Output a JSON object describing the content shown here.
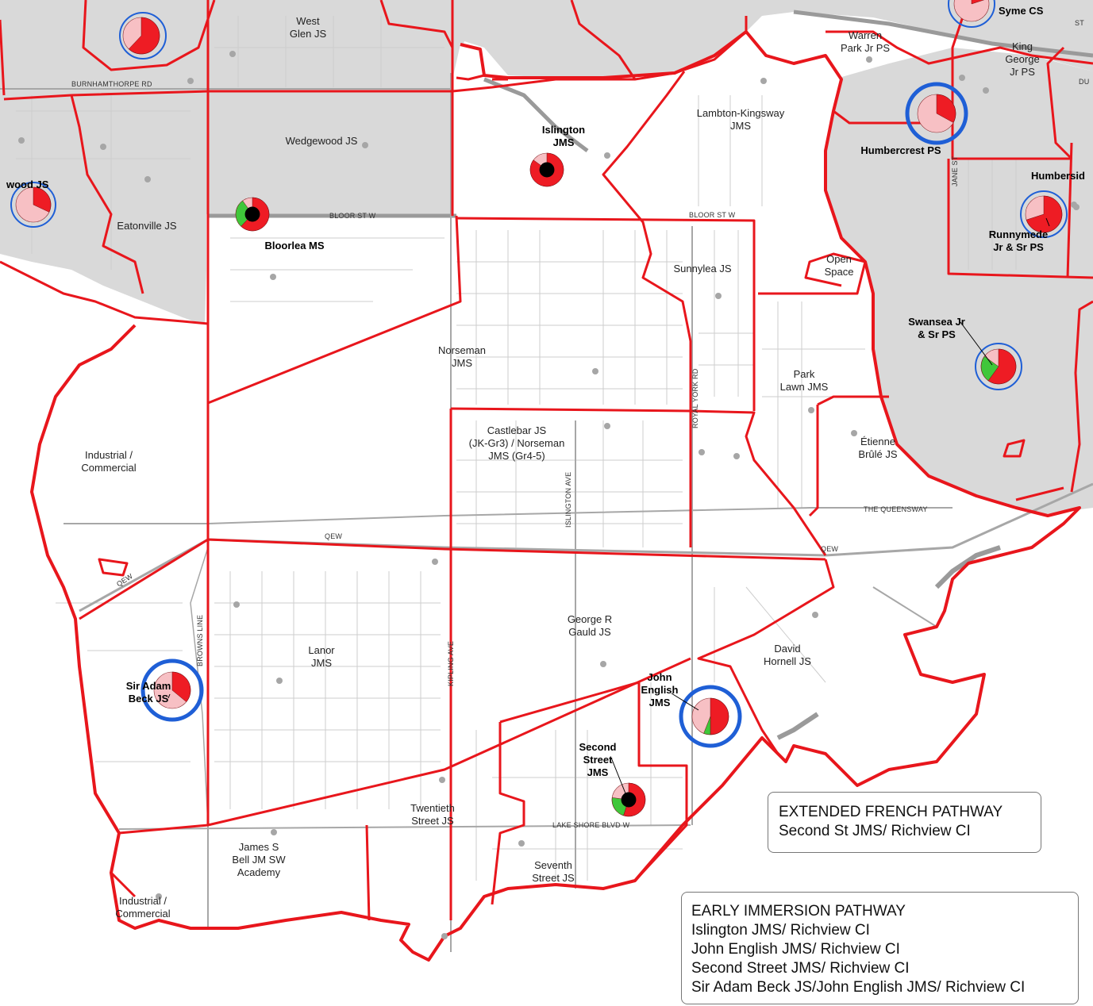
{
  "schools": [
    {
      "id": "west-glen",
      "text": "West\nGlen JS",
      "bold": false
    },
    {
      "id": "warren-park",
      "text": "Warren\nPark Jr PS",
      "bold": false
    },
    {
      "id": "king-george",
      "text": "King\nGeorge\nJr PS",
      "bold": false
    },
    {
      "id": "syme",
      "text": "Syme CS",
      "bold": true
    },
    {
      "id": "wedgewood",
      "text": "Wedgewood JS",
      "bold": false
    },
    {
      "id": "islington",
      "text": "Islington\nJMS",
      "bold": true
    },
    {
      "id": "lambton",
      "text": "Lambton-Kingsway\nJMS",
      "bold": false
    },
    {
      "id": "humbercrest",
      "text": "Humbercrest PS",
      "bold": true
    },
    {
      "id": "humberside",
      "text": "Humbersid",
      "bold": true
    },
    {
      "id": "wood-js",
      "text": "wood JS",
      "bold": true
    },
    {
      "id": "eatonville",
      "text": "Eatonville JS",
      "bold": false
    },
    {
      "id": "bloorlea",
      "text": "Bloorlea MS",
      "bold": true
    },
    {
      "id": "runnymede",
      "text": "Runnymede\nJr & Sr PS",
      "bold": true
    },
    {
      "id": "sunnylea",
      "text": "Sunnylea JS",
      "bold": false
    },
    {
      "id": "open-space",
      "text": "Open\nSpace",
      "bold": false
    },
    {
      "id": "swansea",
      "text": "Swansea Jr\n& Sr PS",
      "bold": true
    },
    {
      "id": "norseman",
      "text": "Norseman\nJMS",
      "bold": false
    },
    {
      "id": "park-lawn",
      "text": "Park\nLawn JMS",
      "bold": false
    },
    {
      "id": "castlebar",
      "text": "Castlebar JS\n(JK-Gr3) / Norseman\nJMS (Gr4-5)",
      "bold": false
    },
    {
      "id": "etienne",
      "text": "Étienne\nBrûlé JS",
      "bold": false
    },
    {
      "id": "industrial-1",
      "text": "Industrial /\nCommercial",
      "bold": false
    },
    {
      "id": "george-r-gauld",
      "text": "George R\nGauld JS",
      "bold": false
    },
    {
      "id": "lanor",
      "text": "Lanor\nJMS",
      "bold": false
    },
    {
      "id": "david-hornell",
      "text": "David\nHornell JS",
      "bold": false
    },
    {
      "id": "john-english",
      "text": "John\nEnglish\nJMS",
      "bold": true
    },
    {
      "id": "sir-adam-beck",
      "text": "Sir Adam\nBeck JS",
      "bold": true
    },
    {
      "id": "second-street",
      "text": "Second\nStreet\nJMS",
      "bold": true
    },
    {
      "id": "twentieth",
      "text": "Twentieth\nStreet JS",
      "bold": false
    },
    {
      "id": "james-s-bell",
      "text": "James S\nBell JM SW\nAcademy",
      "bold": false
    },
    {
      "id": "seventh",
      "text": "Seventh\nStreet JS",
      "bold": false
    },
    {
      "id": "industrial-2",
      "text": "Industrial /\nCommercial",
      "bold": false
    }
  ],
  "roads": [
    {
      "id": "burnhamthorpe",
      "text": "BURNHAMTHORPE RD"
    },
    {
      "id": "bloor-w",
      "text": "BLOOR ST W"
    },
    {
      "id": "bloor-e",
      "text": "BLOOR ST W"
    },
    {
      "id": "royal-york",
      "text": "ROYAL YORK RD"
    },
    {
      "id": "islington-ave",
      "text": "ISLINGTON AVE"
    },
    {
      "id": "queensway",
      "text": "THE QUEENSWAY"
    },
    {
      "id": "qew-1",
      "text": "QEW"
    },
    {
      "id": "qew-2",
      "text": "QEW"
    },
    {
      "id": "qew-3",
      "text": "QEW"
    },
    {
      "id": "browns-line",
      "text": "BROWNS LINE"
    },
    {
      "id": "kipling",
      "text": "KIPLING AVE"
    },
    {
      "id": "lake-shore",
      "text": "LAKE SHORE BLVD W"
    },
    {
      "id": "jane",
      "text": "JANE ST"
    },
    {
      "id": "st-edge",
      "text": "ST"
    },
    {
      "id": "du-edge",
      "text": "DU"
    }
  ],
  "legends": {
    "extended": {
      "title": "EXTENDED FRENCH PATHWAY",
      "lines": [
        "Second St JMS/ Richview CI"
      ]
    },
    "early": {
      "title": "EARLY IMMERSION PATHWAY",
      "lines": [
        "Islington JMS/ Richview CI",
        "John English JMS/ Richview CI",
        "Second Street JMS/ Richview CI",
        "Sir Adam Beck JS/John English JMS/ Richview CI"
      ]
    }
  },
  "pies": [
    {
      "id": "pie-top-left",
      "red": 0.62,
      "green": 0,
      "black": false,
      "ring": "thin"
    },
    {
      "id": "pie-wood",
      "red": 0.32,
      "green": 0,
      "black": false,
      "ring": "thin"
    },
    {
      "id": "pie-bloorlea",
      "red": 0.62,
      "green": 0.28,
      "black": true,
      "ring": "none"
    },
    {
      "id": "pie-islington",
      "red": 0.85,
      "green": 0,
      "black": true,
      "ring": "none"
    },
    {
      "id": "pie-syme",
      "red": 0.2,
      "green": 0,
      "black": false,
      "ring": "thin"
    },
    {
      "id": "pie-humbercrest",
      "red": 0.33,
      "green": 0,
      "black": false,
      "ring": "thick"
    },
    {
      "id": "pie-runnymede",
      "red": 0.7,
      "green": 0,
      "black": false,
      "ring": "thin"
    },
    {
      "id": "pie-swansea",
      "red": 0.6,
      "green": 0.25,
      "black": false,
      "ring": "thin"
    },
    {
      "id": "pie-sir-adam-beck",
      "red": 0.36,
      "green": 0,
      "black": false,
      "ring": "thick"
    },
    {
      "id": "pie-john-english",
      "red": 0.5,
      "green": 0.06,
      "black": false,
      "ring": "thick"
    },
    {
      "id": "pie-second-street",
      "red": 0.55,
      "green": 0.22,
      "black": true,
      "ring": "none"
    }
  ],
  "colors": {
    "boundary": "#e8161c",
    "outside": "#d9d9d9",
    "street": "#c6c6c6",
    "highway": "#9a9a9a",
    "pie_red": "#ee1c24",
    "pie_pink": "#f7c0c4",
    "pie_green": "#3fc73a",
    "pie_black": "#000000",
    "ring_blue": "#1f5fd6"
  }
}
